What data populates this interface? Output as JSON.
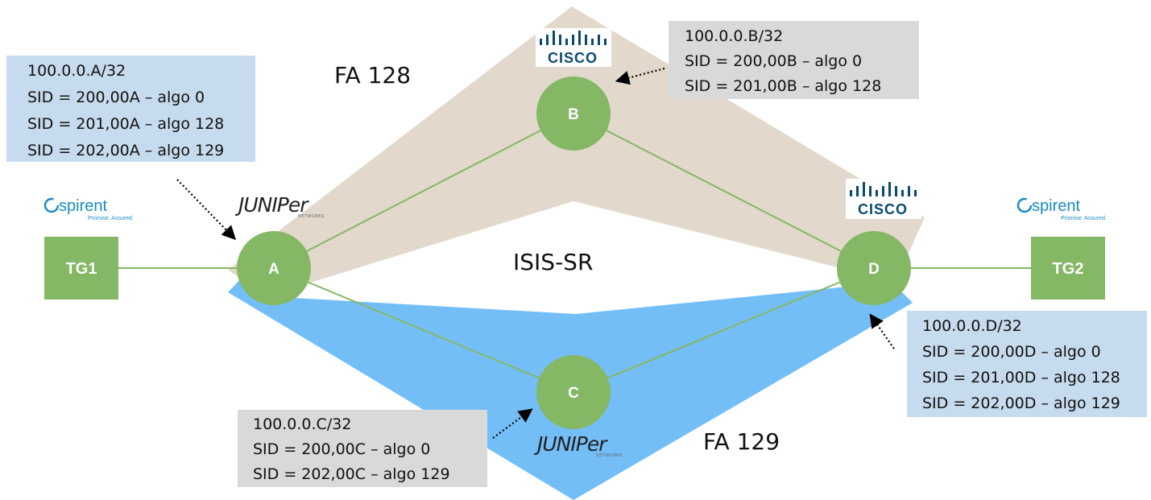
{
  "regions": {
    "fa128_label": "FA 128",
    "fa129_label": "FA 129",
    "center_label": "ISIS-SR",
    "fa128_color": "#e2d9cc",
    "fa129_color": "#74bef7"
  },
  "nodes": {
    "a": "A",
    "b": "B",
    "c": "C",
    "d": "D",
    "tg1": "TG1",
    "tg2": "TG2",
    "color": "#84b864"
  },
  "info_boxes": {
    "a": [
      "100.0.0.A/32",
      "SID = 200,00A – algo 0",
      "SID = 201,00A – algo 128",
      "SID = 202,00A – algo 129"
    ],
    "b": [
      "100.0.0.B/32",
      "SID = 200,00B – algo 0",
      "SID = 201,00B – algo 128"
    ],
    "c": [
      "100.0.0.C/32",
      "SID = 200,00C – algo 0",
      "SID = 202,00C – algo 129"
    ],
    "d": [
      "100.0.0.D/32",
      "SID = 200,00D – algo 0",
      "SID = 201,00D – algo 128",
      "SID = 202,00D – algo 129"
    ]
  },
  "logos": {
    "juniper_text": "JUNIPer",
    "juniper_sub": "NETWORKS",
    "cisco_text": "CISCO",
    "spirent_text": "spirent",
    "spirent_sub": "Promise. Assured."
  }
}
